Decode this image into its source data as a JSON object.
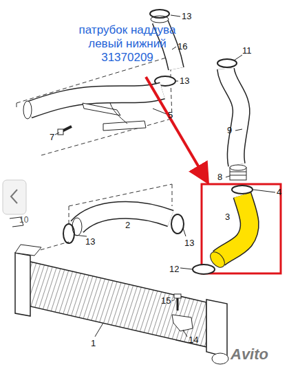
{
  "diagram": {
    "labels": [
      "патрубок наддува левый нижний 31370209",
      "13",
      "16",
      "11",
      "13",
      "5",
      "7",
      "9",
      "8",
      "4",
      "10",
      "3",
      "13",
      "2",
      "13",
      "12",
      "15",
      "14",
      "1",
      "Avito"
    ]
  }
}
